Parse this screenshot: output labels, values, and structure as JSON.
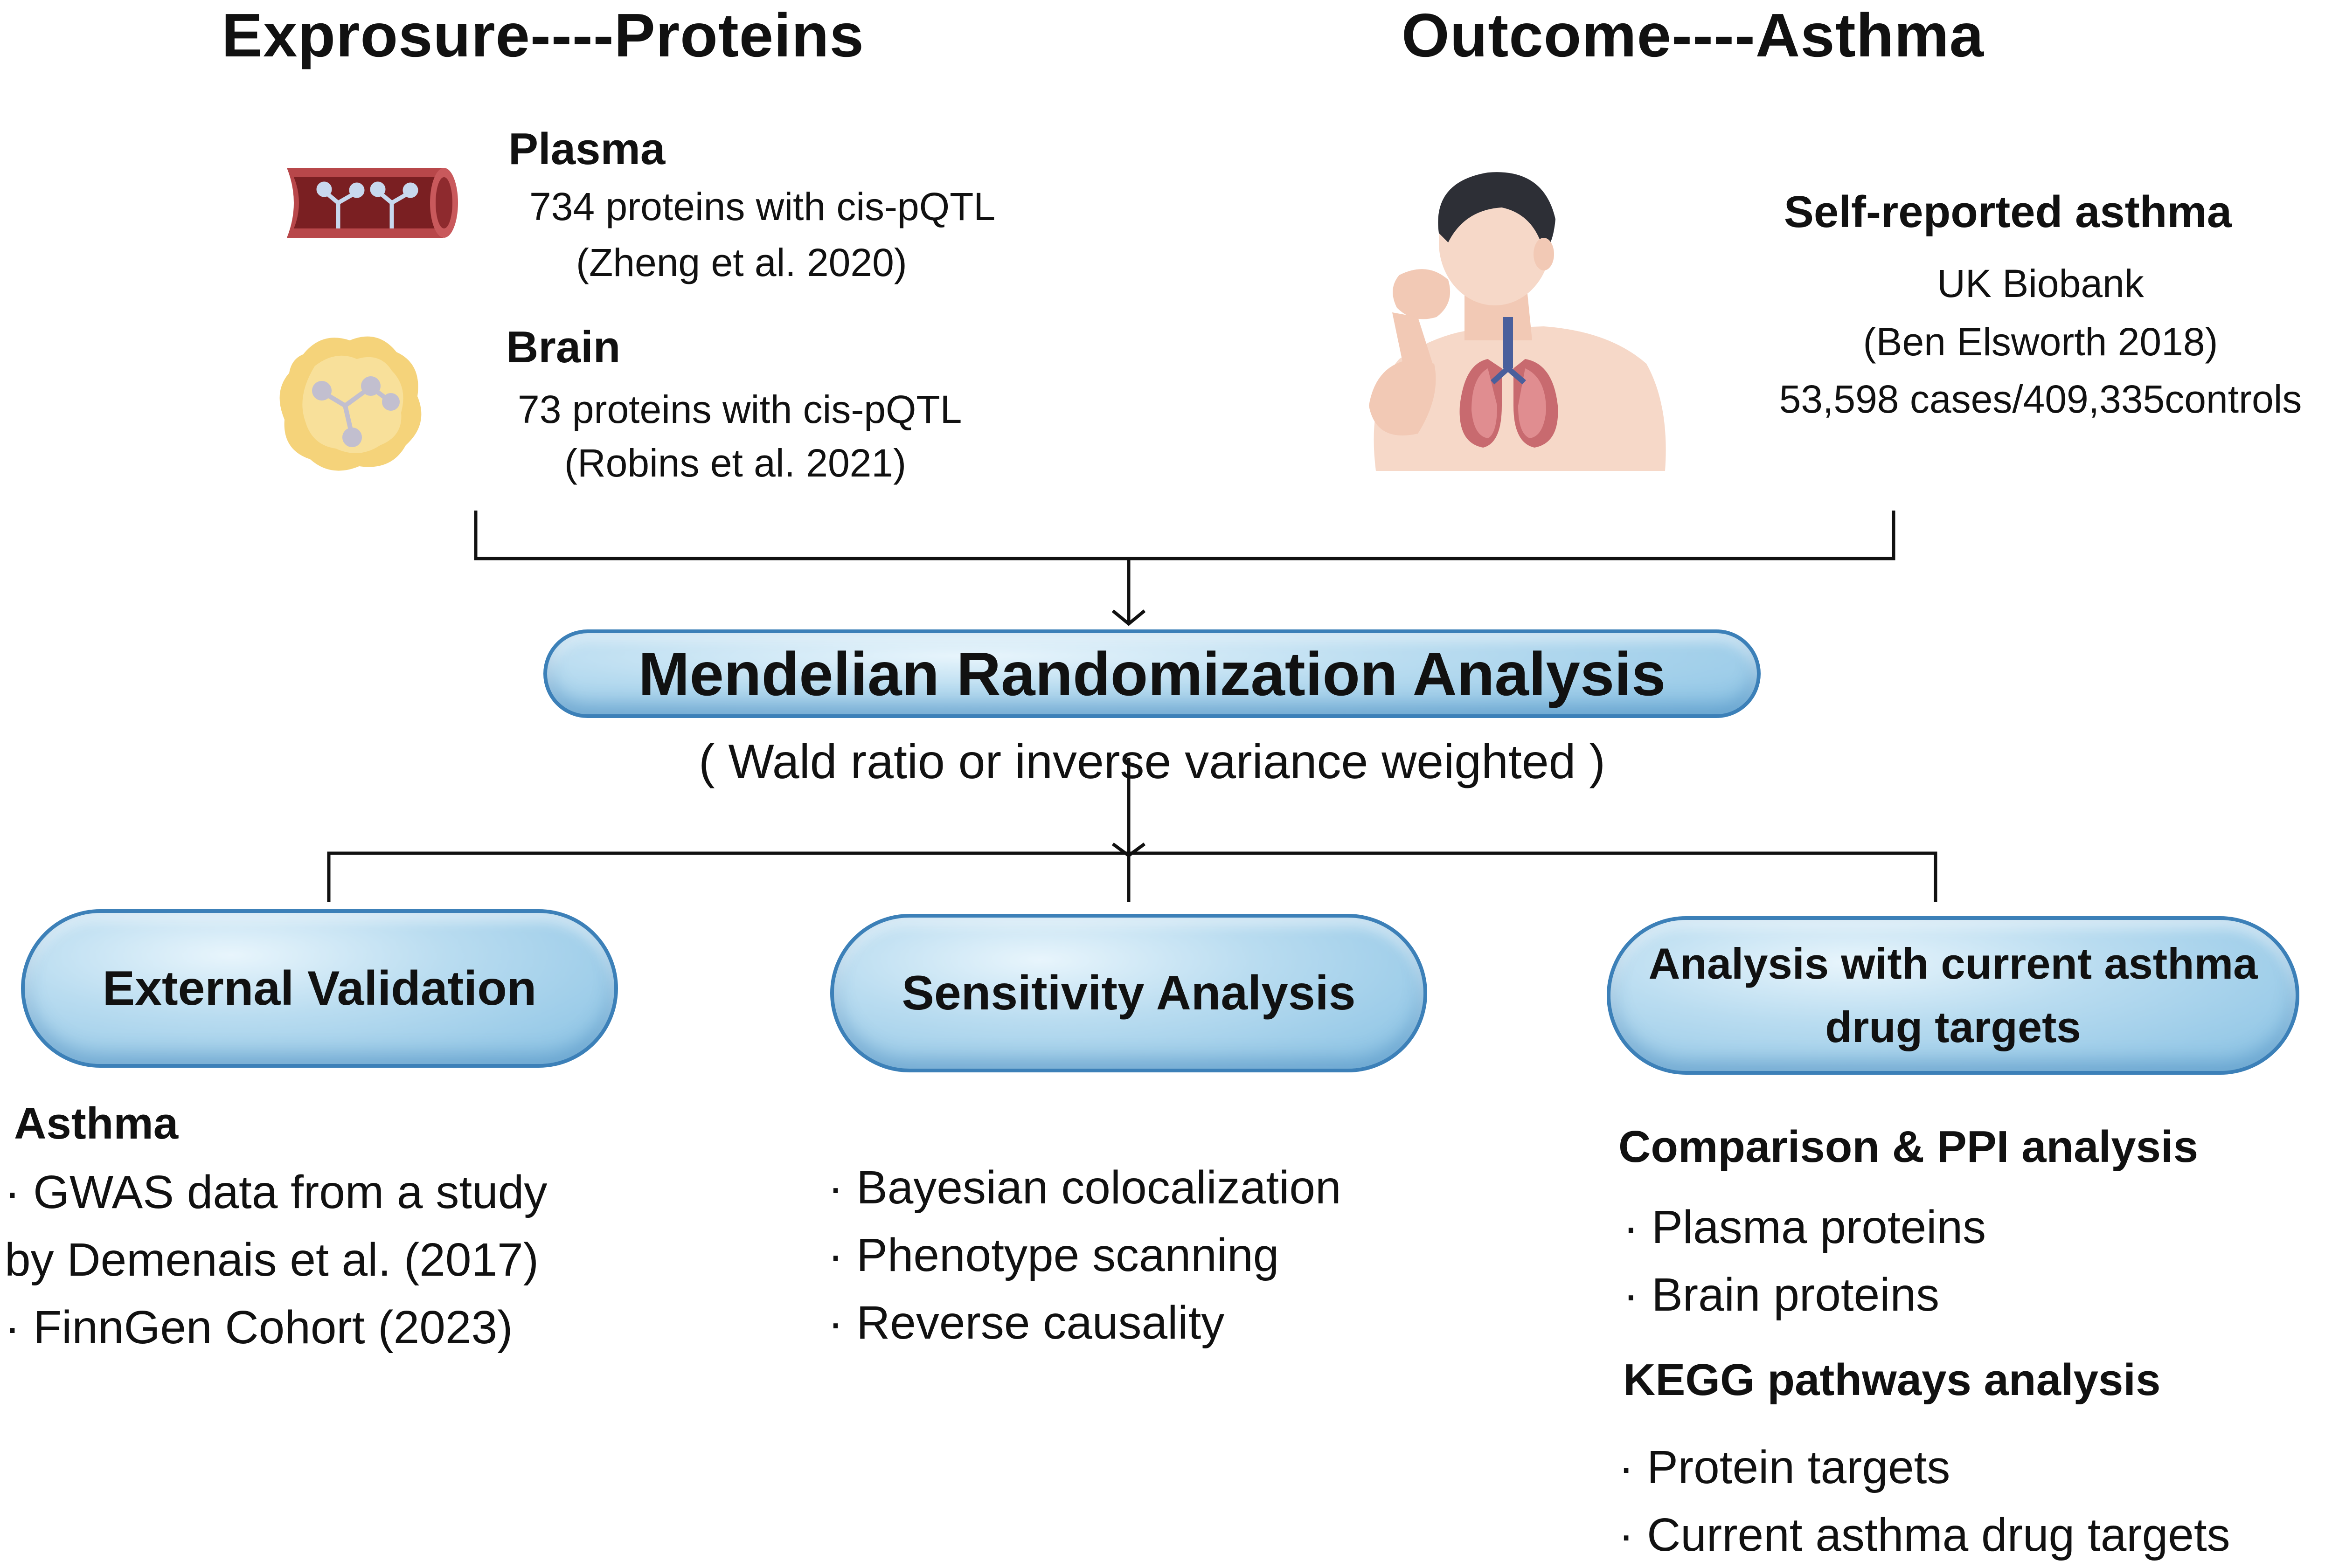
{
  "exposure": {
    "header": "Exprosure----Proteins",
    "plasma": {
      "title": "Plasma",
      "detail": "734 proteins with cis-pQTL",
      "source": "(Zheng et al. 2020)"
    },
    "brain": {
      "title": "Brain",
      "detail": "73 proteins with cis-pQTL",
      "source": "(Robins et al. 2021)"
    }
  },
  "outcome": {
    "header": "Outcome----Asthma",
    "title": "Self-reported asthma",
    "biobank": "UK Biobank",
    "source": "(Ben Elsworth 2018)",
    "cases": "53,598 cases/409,335controls"
  },
  "mr": {
    "title": "Mendelian Randomization Analysis",
    "method": "( Wald ratio or inverse variance weighted )"
  },
  "external": {
    "title": "External Validation",
    "subtitle": "Asthma",
    "items": [
      "·  GWAS data from a study",
      "by Demenais et al.  (2017)",
      "·  FinnGen Cohort   (2023)"
    ]
  },
  "sensitivity": {
    "title": "Sensitivity Analysis",
    "items": [
      "·  Bayesian colocalization",
      "·  Phenotype scanning",
      "·  Reverse causality"
    ]
  },
  "drug": {
    "title_line1": "Analysis with current asthma",
    "title_line2": "drug targets",
    "comparison_title": "Comparison & PPI analysis",
    "comparison_items": [
      "· Plasma proteins",
      "· Brain proteins"
    ],
    "kegg_title": "KEGG pathways analysis",
    "kegg_items": [
      "· Protein targets",
      "· Current asthma drug targets"
    ]
  },
  "icons": {
    "plasma": "blood-vessel-icon",
    "brain": "brain-tissue-icon",
    "person": "coughing-person-lungs-icon"
  },
  "colors": {
    "pill_fill": "#9fcfea",
    "pill_border": "#3c80b8",
    "vessel": "#b8474a",
    "brain": "#f5d37a",
    "lung": "#c86a6f",
    "skin": "#f6d8c8"
  }
}
